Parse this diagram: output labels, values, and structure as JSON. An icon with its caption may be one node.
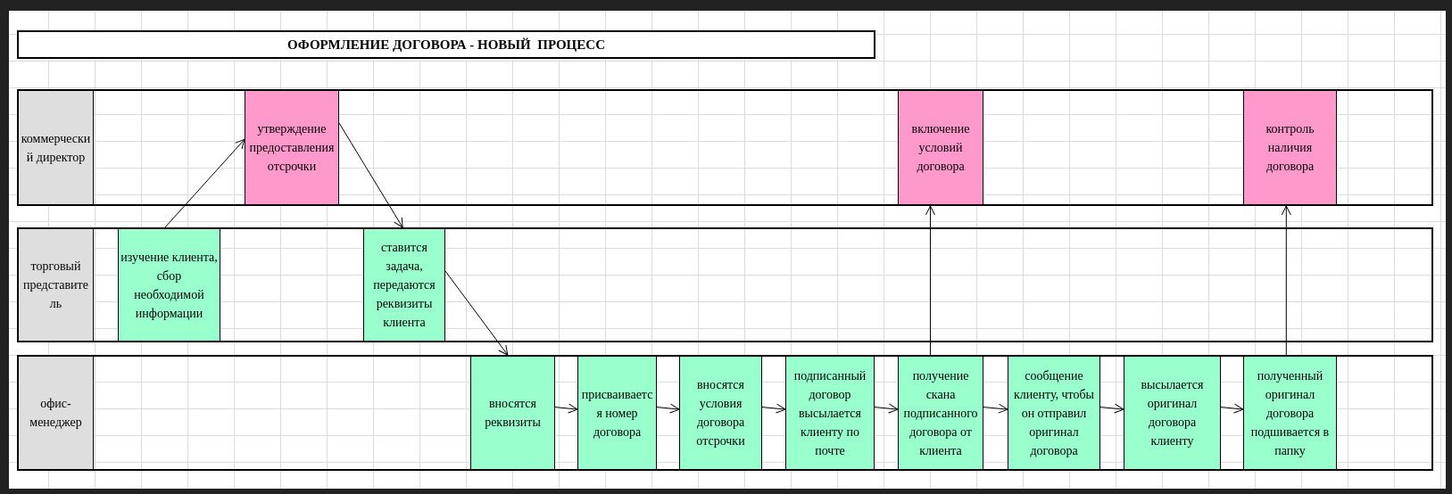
{
  "diagram": {
    "title": "ОФОРМЛЕНИЕ ДОГОВОРА - НОВЫЙ  ПРОЦЕСС",
    "nodes": [
      {
        "text": [
          "коммерческий директор"
        ]
      },
      {
        "text": [
          "утверждение предоставления отсрочки"
        ],
        "in": 0
      },
      {
        "text": [
          "включение условий договора"
        ],
        "in": 0
      },
      {
        "text": [
          "контроль наличия договора"
        ],
        "in": 0
      },
      {
        "text": [
          "торговый представитель"
        ]
      },
      {
        "text": [
          "изучение клиента, сбор необходимой информации"
        ],
        "in": 4
      },
      {
        "text": [
          "ставится задача, передаются реквизиты клиента"
        ],
        "in": 4
      },
      {
        "text": [
          "офис-менеджер"
        ]
      },
      {
        "text": [
          "вносятся реквизиты"
        ],
        "in": 7
      },
      {
        "text": [
          "присваивается номер договора"
        ],
        "in": 7
      },
      {
        "text": [
          "вносятся условия договора отсрочки"
        ],
        "in": 7
      },
      {
        "text": [
          "подписанный договор высылается клиенту по почте"
        ],
        "in": 7
      },
      {
        "text": [
          "получение скана подписанного договора от клиента"
        ],
        "in": 7
      },
      {
        "text": [
          "сообщение клиенту, чтобы он отправил оригинал договора"
        ],
        "in": 7
      },
      {
        "text": [
          "высылается оригинал договора клиенту"
        ],
        "in": 7
      },
      {
        "text": [
          "полученный оригинал договора подшивается в папку"
        ],
        "in": 7
      }
    ],
    "edges": [
      {
        "from": 5,
        "to": 1,
        "arrow": "to"
      },
      {
        "from": 1,
        "to": 6,
        "arrow": "to"
      },
      {
        "from": 6,
        "to": 8,
        "arrow": "to"
      },
      {
        "from": 8,
        "to": 9,
        "arrow": "to"
      },
      {
        "from": 9,
        "to": 10,
        "arrow": "to"
      },
      {
        "from": 10,
        "to": 11,
        "arrow": "to"
      },
      {
        "from": 11,
        "to": 12,
        "arrow": "to"
      },
      {
        "from": 12,
        "to": 13,
        "arrow": "to"
      },
      {
        "from": 13,
        "to": 14,
        "arrow": "to"
      },
      {
        "from": 14,
        "to": 15,
        "arrow": "to"
      },
      {
        "from": 12,
        "to": 2,
        "arrow": "to"
      },
      {
        "from": 15,
        "to": 3,
        "arrow": "to"
      }
    ]
  }
}
